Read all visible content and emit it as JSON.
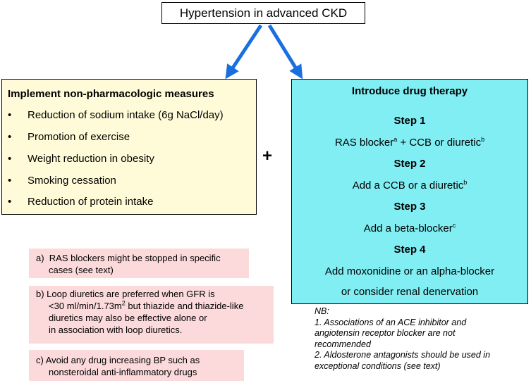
{
  "title": "Hypertension in advanced CKD",
  "nonpharm": {
    "heading": "Implement non-pharmacologic measures",
    "bullet": "•",
    "items": [
      "Reduction of sodium intake (6g NaCl/day)",
      "Promotion of exercise",
      "Weight reduction in obesity",
      "Smoking cessation",
      "Reduction of protein intake"
    ]
  },
  "plus": "+",
  "drug": {
    "heading": "Introduce drug therapy",
    "steps": [
      {
        "title": "Step 1",
        "text_a": "RAS blocker",
        "sup_a": "a",
        "text_b": " + CCB or diuretic",
        "sup_b": "b"
      },
      {
        "title": "Step 2",
        "text_a": "Add a CCB or a diuretic",
        "sup_a": "b"
      },
      {
        "title": "Step 3",
        "text_a": "Add a beta-blocker",
        "sup_a": "c"
      },
      {
        "title": "Step 4",
        "line1": "Add moxonidine or an alpha-blocker",
        "line2": "or consider renal denervation"
      }
    ]
  },
  "notes": [
    {
      "lines": [
        "a)  RAS blockers might be stopped in specific",
        "     cases (see text)"
      ]
    },
    {
      "lines": [
        "b) Loop diuretics are preferred when GFR is",
        "     <30 ml/min/1.73m",
        "2",
        " but thiazide and thiazide-like",
        "     diuretics may also be effective alone or",
        "     in association with loop diuretics."
      ]
    },
    {
      "lines": [
        "c) Avoid any drug increasing BP such as",
        "     nonsteroidal anti-inflammatory drugs"
      ]
    }
  ],
  "nb": {
    "label": "NB:",
    "lines": [
      "1. Associations of an ACE inhibitor and",
      "angiotensin receptor blocker are not",
      "recommended",
      "2. Aldosterone antagonists should be used in",
      "exceptional conditions (see text)"
    ]
  },
  "colors": {
    "arrow": "#1a6fe0",
    "nonpharm_fill": "#fffbd8",
    "drug_fill": "#80eef3",
    "note_fill": "#fcdadb"
  }
}
